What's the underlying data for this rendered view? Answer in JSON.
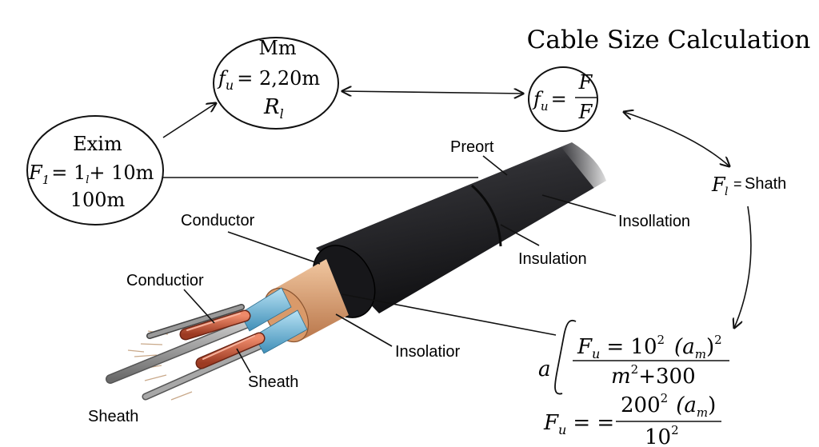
{
  "title": "Cable Size Calculation",
  "bubbles": {
    "top": {
      "line1": "Mm",
      "f": "f",
      "sub": "u",
      "rhs": "= 2,20m",
      "R": "R",
      "Rsub": "l"
    },
    "left": {
      "line1": "Exim",
      "F": "F",
      "sub": "1",
      "rhs": "= 1",
      "rhs_sub": "l",
      "rhs2": "+ 10m",
      "line3": "100m"
    },
    "right": {
      "f": "f",
      "sub": "u",
      "eq": "=",
      "num": "F",
      "den": "F"
    }
  },
  "formula_shath": {
    "F": "F",
    "sub": "l",
    "eq": "=",
    "word": "Shath"
  },
  "labels": {
    "preort": "Preort",
    "insollation": "Insollation",
    "insulation": "Insulation",
    "conductor": "Conductor",
    "conductior": "Conductior",
    "insolatior": "Insolatior",
    "sheath_inner": "Sheath",
    "sheath_outer": "Sheath"
  },
  "formula1": {
    "prefix": "a",
    "F": "F",
    "sub": "u",
    "eq": "= 10",
    "exp": "2",
    "paren": "(a",
    "psub": "m",
    "pclose": ")",
    "pexp": "2",
    "den_m": "m",
    "den_exp": "2",
    "den_rest": "+300"
  },
  "formula2": {
    "F": "F",
    "sub": "u",
    "eq": "= =",
    "num": "200",
    "num_exp": "2",
    "num_paren": "(a",
    "num_psub": "m",
    "num_pclose": ")",
    "den": "10",
    "den_exp": "2"
  },
  "colors": {
    "sheath": "#2b2b2e",
    "insulation": "#d99a6a",
    "blue": "#6fb7d9",
    "copper": "#c8553a",
    "wire": "#8a8a8a"
  }
}
